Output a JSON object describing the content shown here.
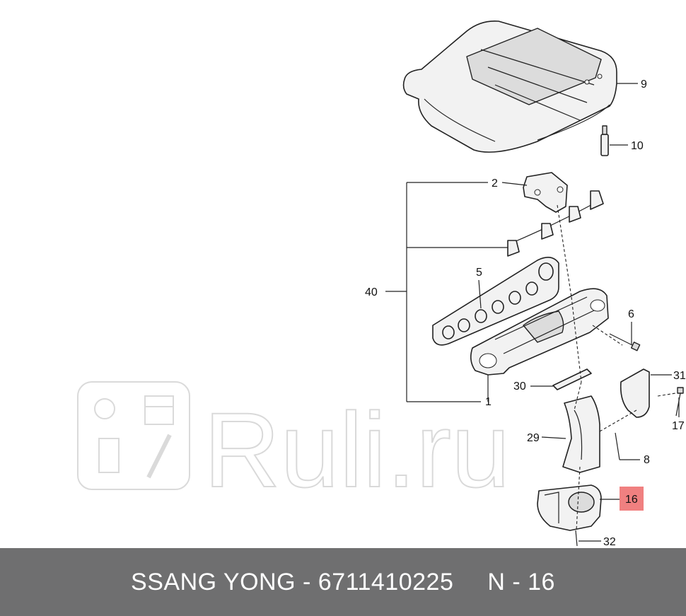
{
  "watermark": {
    "text": "Ruli.ru"
  },
  "callouts": [
    {
      "id": "9",
      "label": "9"
    },
    {
      "id": "10",
      "label": "10"
    },
    {
      "id": "2",
      "label": "2"
    },
    {
      "id": "40",
      "label": "40"
    },
    {
      "id": "5",
      "label": "5"
    },
    {
      "id": "6",
      "label": "6"
    },
    {
      "id": "31",
      "label": "31"
    },
    {
      "id": "30",
      "label": "30"
    },
    {
      "id": "1",
      "label": "1"
    },
    {
      "id": "17",
      "label": "17"
    },
    {
      "id": "29",
      "label": "29"
    },
    {
      "id": "8",
      "label": "8"
    },
    {
      "id": "16",
      "label": "16",
      "highlighted": true
    },
    {
      "id": "32",
      "label": "32"
    }
  ],
  "highlight_color": "#f08080",
  "footer": {
    "brand": "SSANG YONG",
    "dash": "-",
    "part_number": "6711410225",
    "ref": "N - 16"
  }
}
